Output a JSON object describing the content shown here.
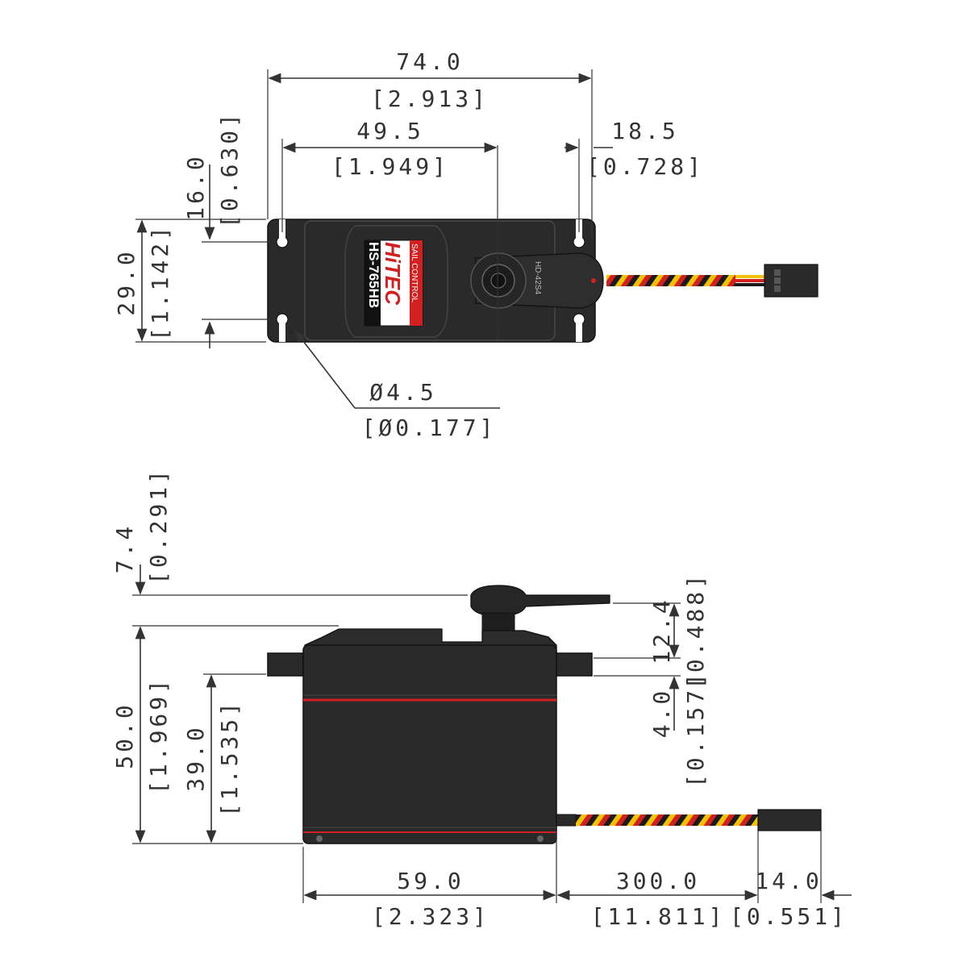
{
  "top_view": {
    "overall_length": {
      "mm": "74.0",
      "inch": "[2.913]"
    },
    "mount_to_shaft": {
      "mm": "49.5",
      "inch": "[1.949]"
    },
    "shaft_to_end": {
      "mm": "18.5",
      "inch": "[0.728]"
    },
    "hole_spacing": {
      "mm": "16.0",
      "inch": "[0.630]"
    },
    "body_width": {
      "mm": "29.0",
      "inch": "[1.142]"
    },
    "hole_diameter": {
      "mm": "Ø4.5",
      "inch": "[Ø0.177]"
    }
  },
  "side_view": {
    "horn_height": {
      "mm": "7.4",
      "inch": "[0.291]"
    },
    "overall_height": {
      "mm": "50.0",
      "inch": "[1.969]"
    },
    "body_height": {
      "mm": "39.0",
      "inch": "[1.535]"
    },
    "shaft_to_flange": {
      "mm": "12.4",
      "inch": "[0.488]"
    },
    "flange_thickness": {
      "mm": "4.0",
      "inch": "[0.157]"
    },
    "body_length": {
      "mm": "59.0",
      "inch": "[2.323]"
    },
    "wire_length": {
      "mm": "300.0",
      "inch": "[11.811]"
    },
    "connector_length": {
      "mm": "14.0",
      "inch": "[0.551]"
    }
  },
  "label": {
    "brand": "HiTEC",
    "model": "HS-765HB",
    "tagline": "SAIL CONTROL",
    "horn_text": "HD-42S4"
  },
  "colors": {
    "case": "#2a2a2a",
    "accent_red": "#d21f1f",
    "wire_yellow": "#f2c200",
    "wire_red": "#d21f1f",
    "wire_black": "#1a1a1a"
  }
}
